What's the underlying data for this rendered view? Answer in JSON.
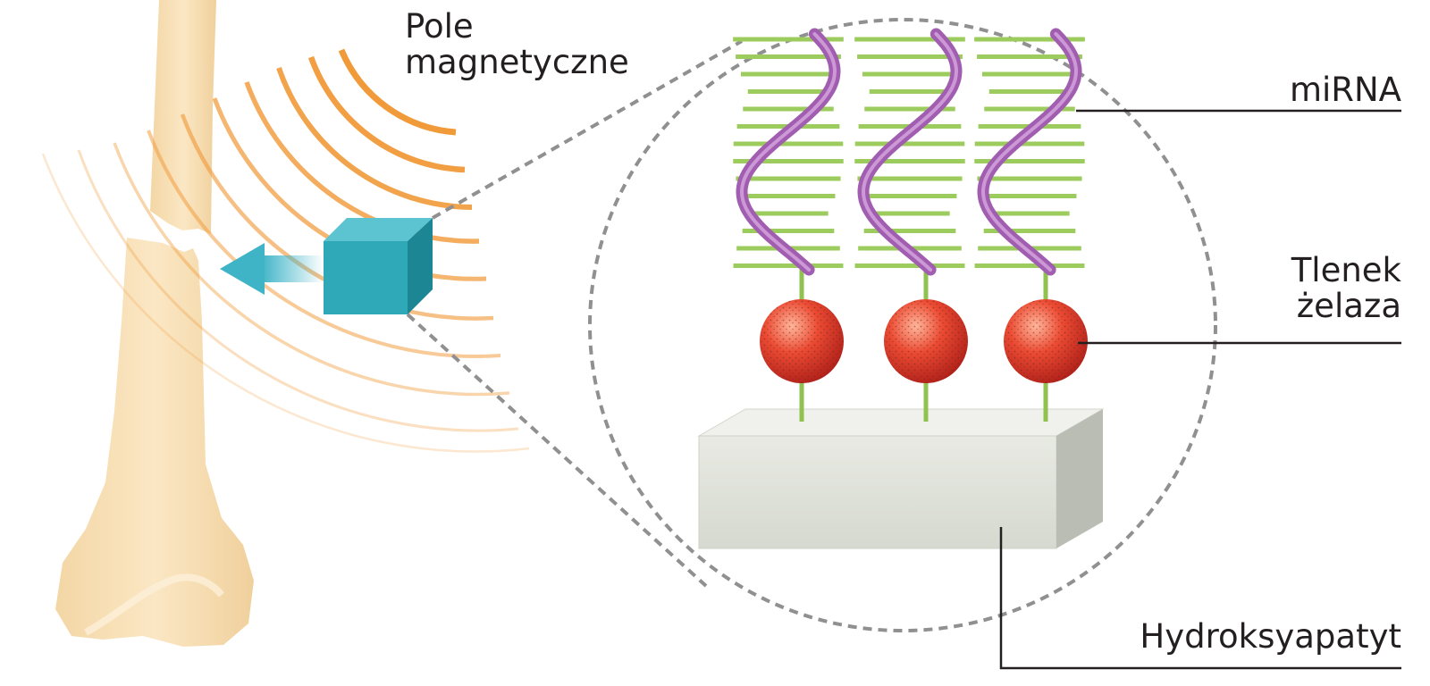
{
  "labels": {
    "magnetic_field_line1": "Pole",
    "magnetic_field_line2": "magnetyczne",
    "mirna": "miRNA",
    "iron_oxide_line1": "Tlenek",
    "iron_oxide_line2": "żelaza",
    "hydroxyapatite": "Hydroksyapatyt"
  },
  "colors": {
    "bone": "#f9e3bb",
    "field_arcs": "#f19a3a",
    "implant_cube": "#2fa9b8",
    "arrow": "#3fb4c7",
    "helix_backbone": "#a15db0",
    "base_pairs": "#9ccb5e",
    "iron_oxide": "#e9412e",
    "hydroxyapatite_block": "#e4e6df",
    "zoom_circle": "#909090",
    "leader_lines": "#231f20"
  }
}
